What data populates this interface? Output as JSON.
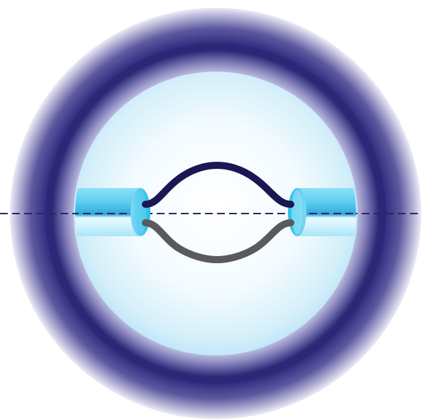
{
  "diagram": {
    "kind": "cable-splice-cross-section",
    "colors": {
      "background": "#ffffff",
      "outer_ring_dark": "#2e2a7c",
      "outer_ring_light": "#ecebf6",
      "middle_ring": "#2c2877",
      "inner_core_center": "#ffffff",
      "inner_core_edge": "#b5e3f6",
      "cable_jacket_light": "#d6f4fd",
      "cable_jacket_mid": "#5bcdf0",
      "cable_jacket_dark": "#2fa8da",
      "cable_end_cap": "#2bbde8",
      "conductor_top": "#1b1755",
      "conductor_bottom": "#5a5a5c",
      "axis_line": "#2a2760"
    },
    "icons": [
      "outer-ring",
      "middle-ring",
      "inner-core",
      "left-cable",
      "right-cable",
      "top-conductor",
      "bottom-conductor",
      "axis-dashed-line"
    ]
  }
}
